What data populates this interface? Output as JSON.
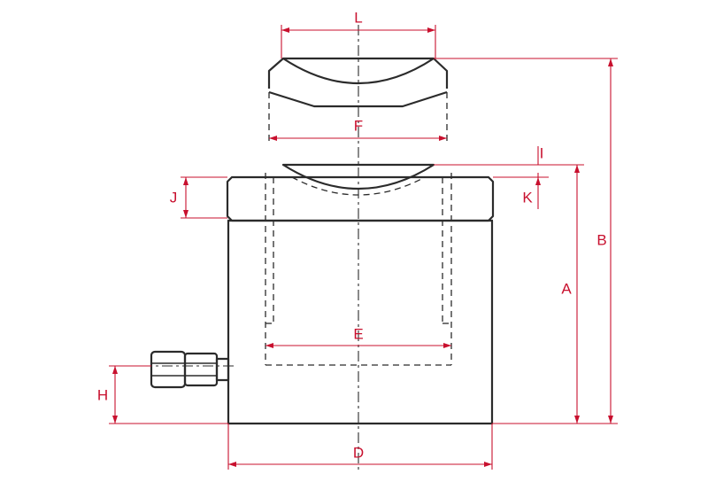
{
  "diagram": {
    "colors": {
      "outline": "#2b2b2b",
      "dimension": "#c8102e"
    },
    "labels": {
      "L": "L",
      "F": "F",
      "I": "I",
      "K": "K",
      "J": "J",
      "B": "B",
      "A": "A",
      "E": "E",
      "H": "H",
      "D": "D"
    }
  }
}
